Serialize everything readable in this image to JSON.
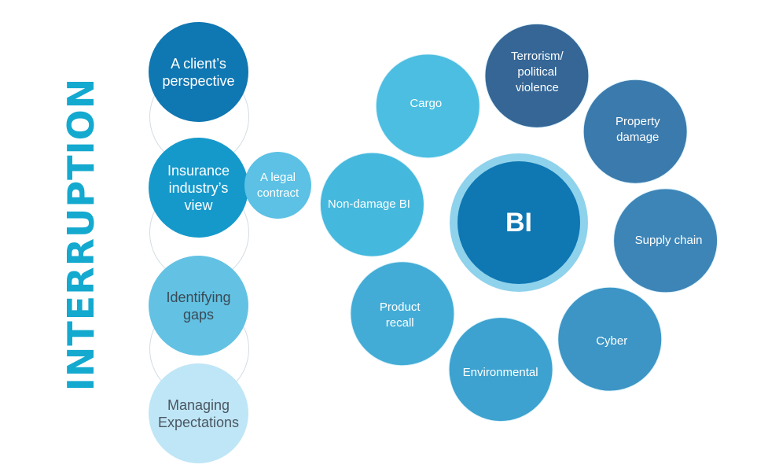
{
  "title": "INTERRUPTION",
  "chain": [
    {
      "text": "A client’s\nperspective",
      "color": "#0f77b2",
      "text_color": "#ffffff"
    },
    {
      "text": "Insurance\nindustry’s\nview",
      "color": "#1599cb",
      "text_color": "#ffffff"
    },
    {
      "text": "Identifying\ngaps",
      "color": "#63c2e3",
      "text_color": "#3a4a57"
    },
    {
      "text": "Managing\nExpectations",
      "color": "#bfe6f6",
      "text_color": "#4a5662"
    }
  ],
  "side_note": {
    "text": "A legal\ncontract",
    "color": "#5cc1e4",
    "text_color": "#ffffff"
  },
  "bi_diagram": {
    "center": {
      "label": "BI",
      "color": "#0f77b2",
      "ring_color": "#8fd2ec"
    },
    "petals": [
      {
        "label": "Terrorism/\npolitical\nviolence",
        "color": "#24598d"
      },
      {
        "label": "Property\ndamage",
        "color": "#2a6fa5"
      },
      {
        "label": "Supply chain",
        "color": "#2d7bb1"
      },
      {
        "label": "Cyber",
        "color": "#2b8cc0"
      },
      {
        "label": "Environmental",
        "color": "#2d9acb"
      },
      {
        "label": "Product\nrecall",
        "color": "#33a5d2"
      },
      {
        "label": "Non-damage BI",
        "color": "#35b2da"
      },
      {
        "label": "Cargo",
        "color": "#3db9de"
      }
    ]
  }
}
